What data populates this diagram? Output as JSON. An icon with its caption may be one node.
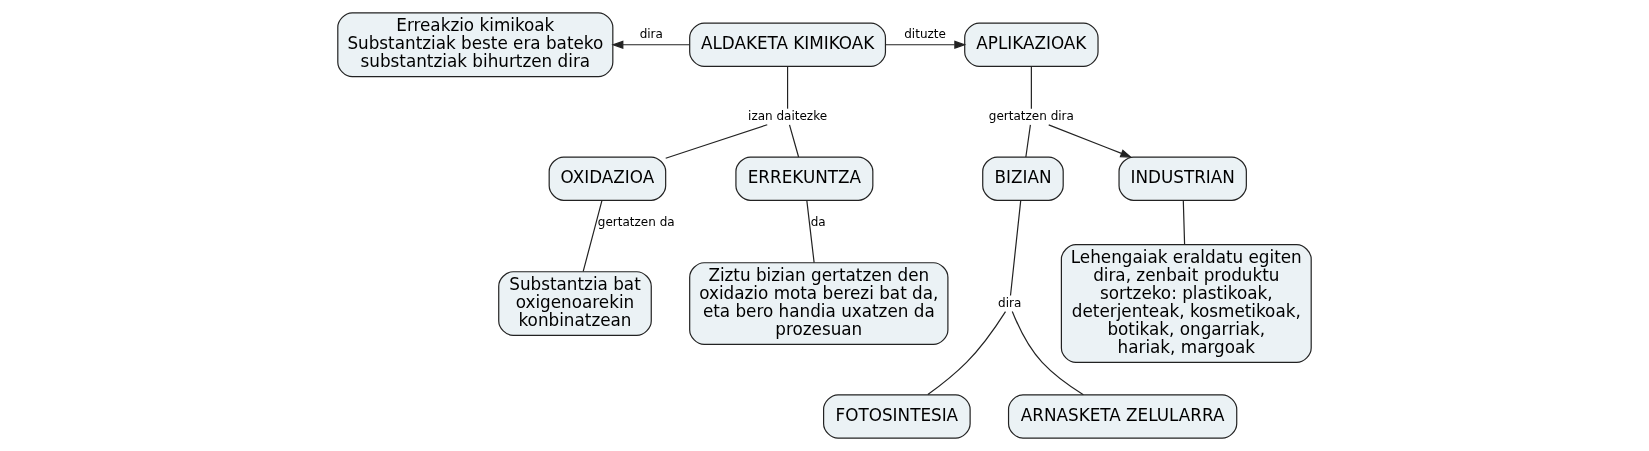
{
  "diagram": {
    "nodes": [
      {
        "text": [
          "Erreakzio kimikoak",
          "Substantziak beste era bateko substantziak bihurtzen dira"
        ]
      },
      {
        "text": [
          "ALDAKETA KIMIKOAK"
        ]
      },
      {
        "text": [
          "APLIKAZIOAK"
        ]
      },
      {
        "text": [
          "izan daitezke"
        ]
      },
      {
        "text": [
          "gertatzen dira"
        ]
      },
      {
        "text": [
          "OXIDAZIOA"
        ]
      },
      {
        "text": [
          "ERREKUNTZA"
        ]
      },
      {
        "text": [
          "BIZIAN"
        ]
      },
      {
        "text": [
          "INDUSTRIAN"
        ]
      },
      {
        "text": [
          "dira"
        ]
      },
      {
        "text": [
          "Substantzia bat oxigenoarekin konbinatzean"
        ]
      },
      {
        "text": [
          "Ziztu bizian gertatzen den oxidazio mota berezi bat da, eta bero handia uxatzen da prozesuan"
        ]
      },
      {
        "text": [
          "FOTOSINTESIA"
        ]
      },
      {
        "text": [
          "ARNASKETA ZELULARRA"
        ]
      },
      {
        "text": [
          "Lehengaiak eraldatu egiten dira, zenbait produktu sortzeko: plastikoak, deterjenteak, kosmetikoak, botikak, ongarriak, hariak, margoak"
        ]
      }
    ],
    "edges": [
      {
        "from": 1,
        "to": 0,
        "arrow": "to",
        "label": "dira"
      },
      {
        "from": 1,
        "to": 2,
        "arrow": "to",
        "label": "dituzte"
      },
      {
        "from": 1,
        "to": 3,
        "arrow": "none"
      },
      {
        "from": 3,
        "to": 5,
        "arrow": "none"
      },
      {
        "from": 3,
        "to": 6,
        "arrow": "none"
      },
      {
        "from": 2,
        "to": 4,
        "arrow": "none"
      },
      {
        "from": 4,
        "to": 7,
        "arrow": "none"
      },
      {
        "from": 4,
        "to": 8,
        "arrow": "to"
      },
      {
        "from": 5,
        "to": 10,
        "arrow": "none",
        "label": "gertatzen da"
      },
      {
        "from": 6,
        "to": 11,
        "arrow": "none",
        "label": "da"
      },
      {
        "from": 7,
        "to": 9,
        "arrow": "none"
      },
      {
        "from": 9,
        "to": 12,
        "arrow": "none"
      },
      {
        "from": 9,
        "to": 13,
        "arrow": "none"
      },
      {
        "from": 8,
        "to": 14,
        "arrow": "none"
      }
    ]
  }
}
